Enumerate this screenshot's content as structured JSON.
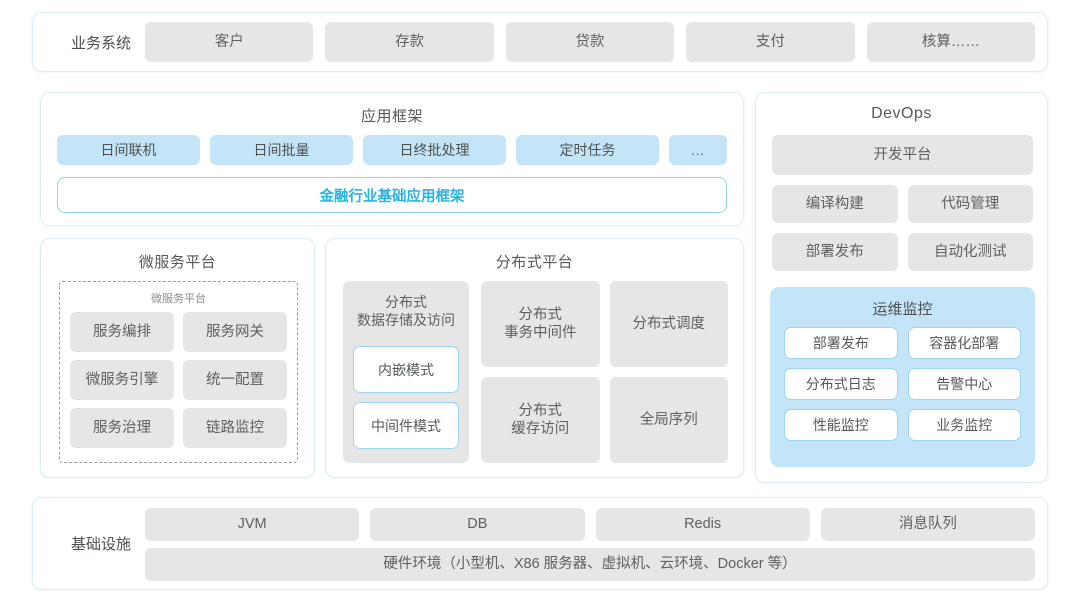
{
  "business": {
    "label": "业务系统",
    "items": [
      "客户",
      "存款",
      "贷款",
      "支付",
      "核算……"
    ]
  },
  "app_framework": {
    "title": "应用框架",
    "tags": [
      "日间联机",
      "日间批量",
      "日终批处理",
      "定时任务",
      "..."
    ],
    "base_band": "金融行业基础应用框架",
    "accent_color": "#2ab3e0"
  },
  "devops": {
    "title": "DevOps",
    "platform": "开发平台",
    "items": [
      "编译构建",
      "代码管理",
      "部署发布",
      "自动化测试"
    ],
    "monitor": {
      "title": "运维监控",
      "items": [
        "部署发布",
        "容器化部署",
        "分布式日志",
        "告警中心",
        "性能监控",
        "业务监控"
      ],
      "background_color": "#c3e5f7"
    }
  },
  "microservice": {
    "title": "微服务平台",
    "sub_title": "微服务平台",
    "items": [
      "服务编排",
      "服务网关",
      "微服务引擎",
      "统一配置",
      "服务治理",
      "链路监控"
    ]
  },
  "distributed": {
    "title": "分布式平台",
    "column1": {
      "title": "分布式\n数据存储及访问",
      "title_line1": "分布式",
      "title_line2": "数据存储及访问",
      "modes": [
        "内嵌模式",
        "中间件模式"
      ]
    },
    "cards": [
      "分布式\n事务中间件",
      "分布式调度",
      "分布式\n缓存访问",
      "全局序列"
    ],
    "cards_display": [
      {
        "line1": "分布式",
        "line2": "事务中间件"
      },
      {
        "line1": "分布式调度",
        "line2": ""
      },
      {
        "line1": "分布式",
        "line2": "缓存访问"
      },
      {
        "line1": "全局序列",
        "line2": ""
      }
    ]
  },
  "infrastructure": {
    "label": "基础设施",
    "items": [
      "JVM",
      "DB",
      "Redis",
      "消息队列"
    ],
    "hardware": "硬件环境（小型机、X86 服务器、虚拟机、云环境、Docker 等）"
  },
  "palette": {
    "panel_border": "#d9eef3",
    "chip_gray": "#e6e6e7",
    "chip_blue": "#c3e5f7",
    "accent": "#2ab3e0",
    "text": "#5d6063"
  }
}
